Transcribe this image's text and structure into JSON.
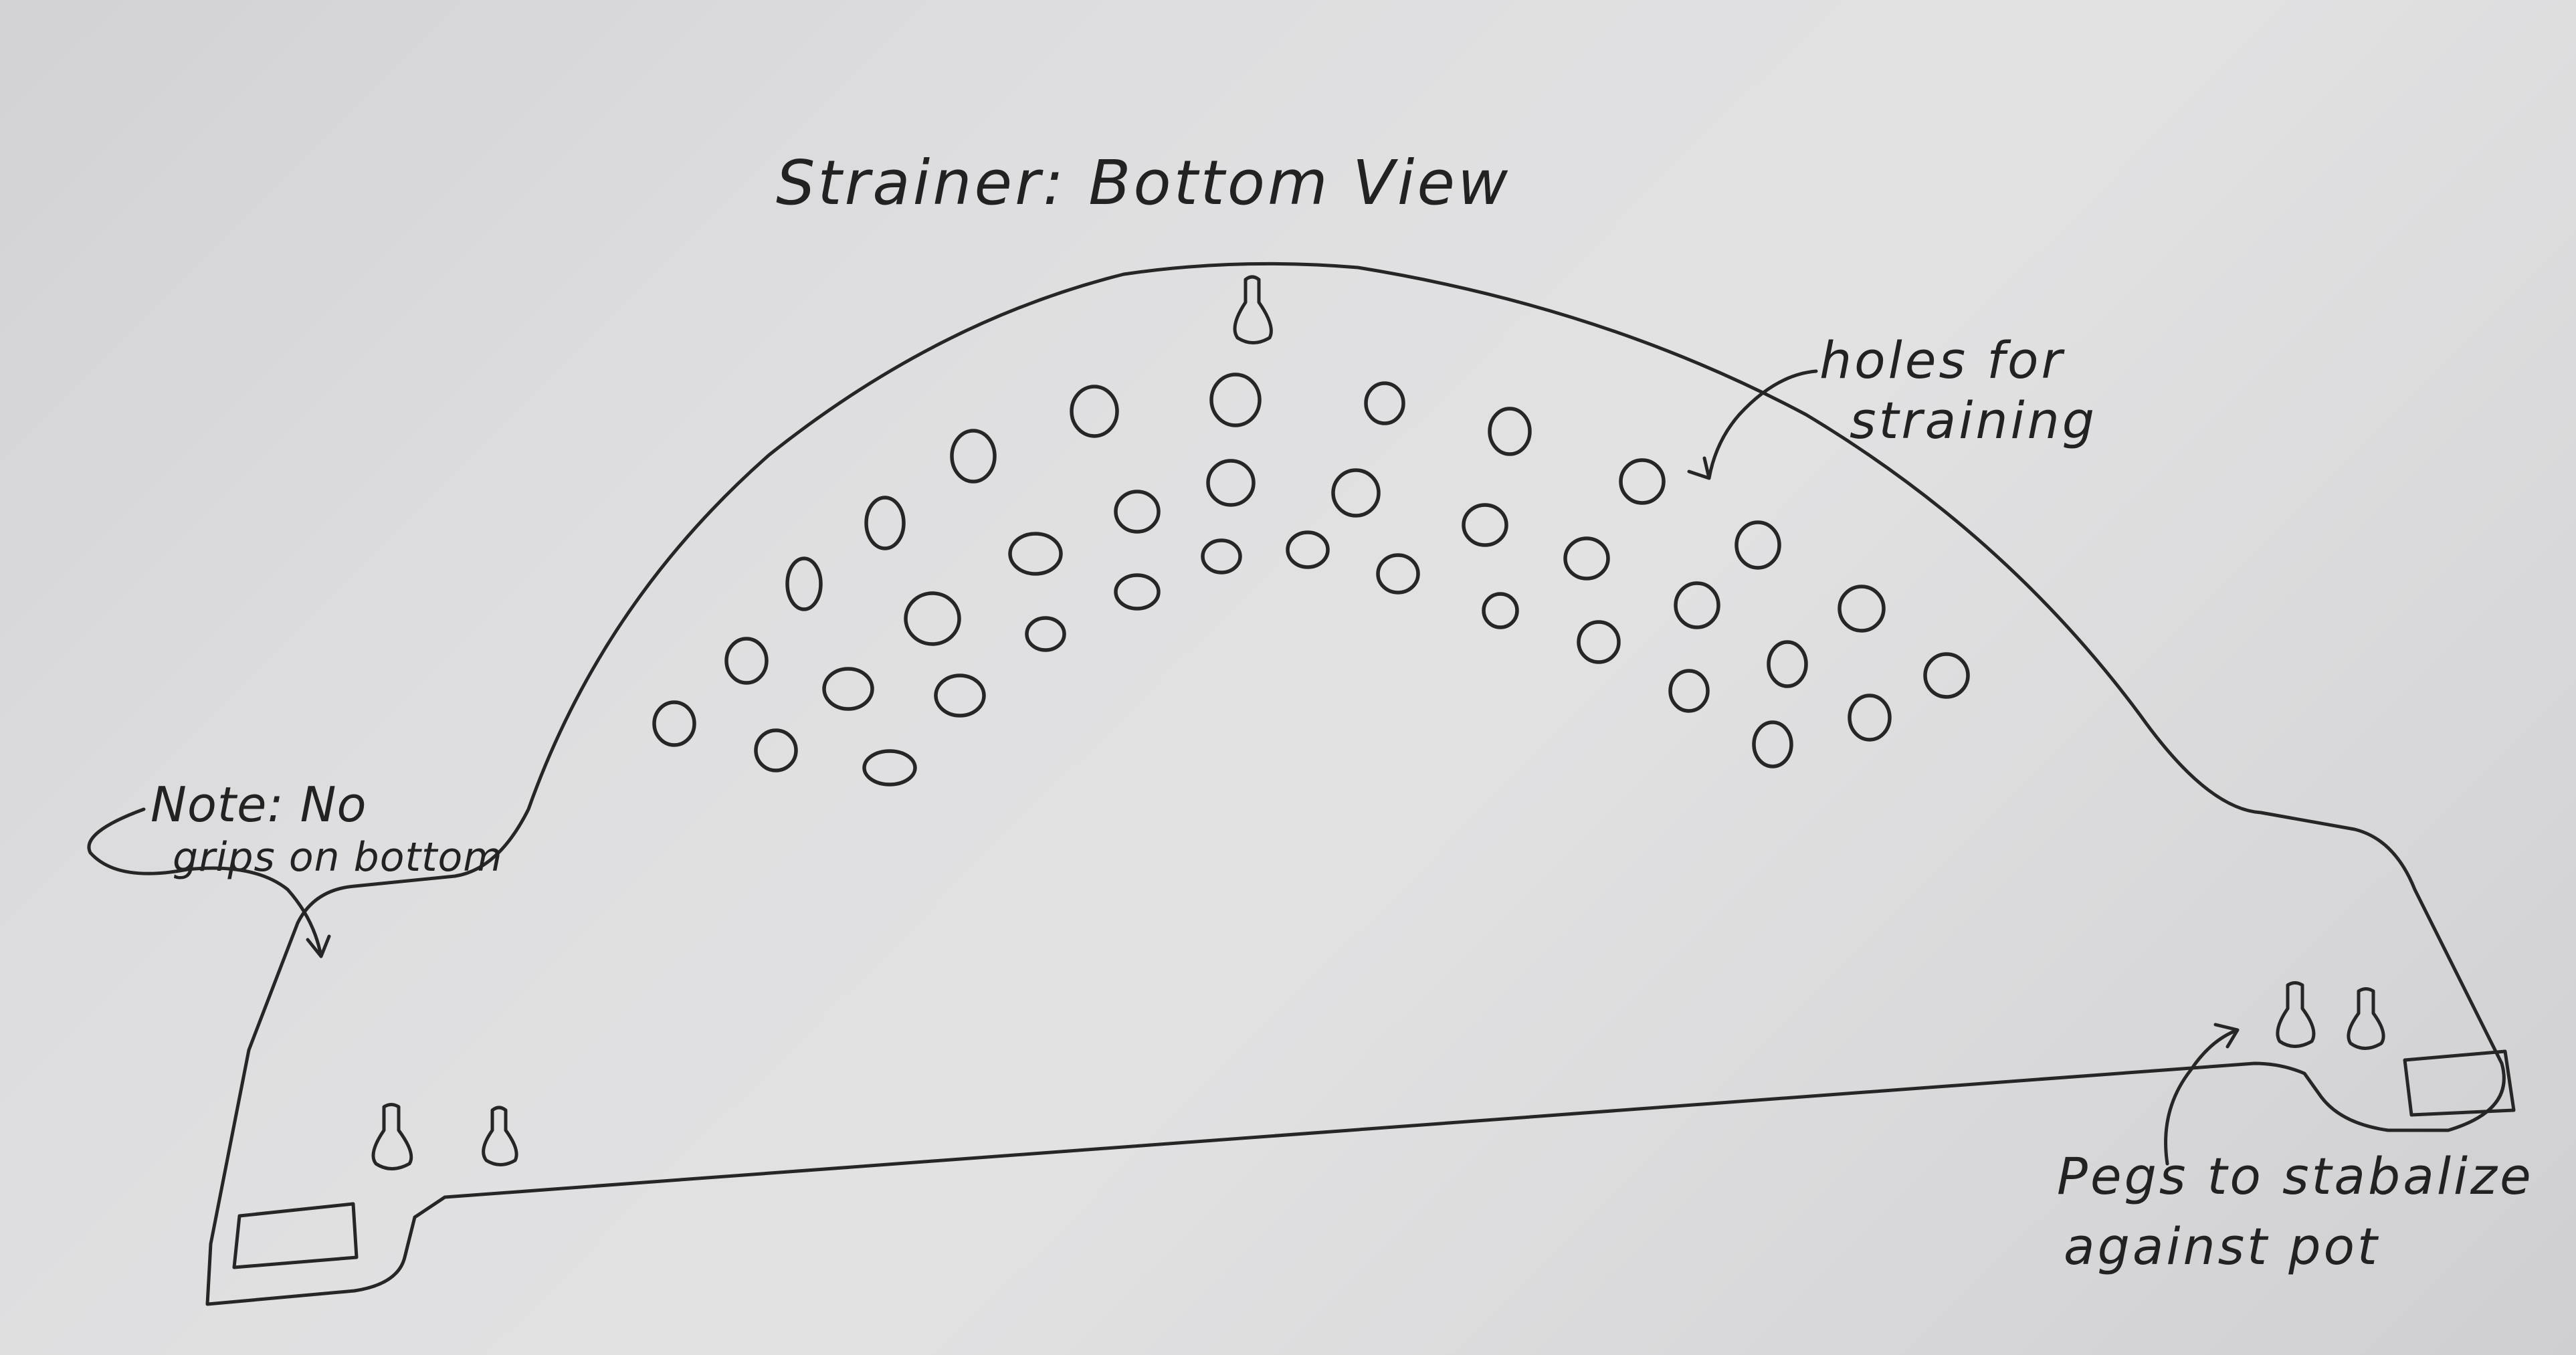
{
  "title": "Strainer: Bottom View",
  "annotations": {
    "holes": [
      "holes for",
      "straining"
    ],
    "note": [
      "Note: No",
      "grips on bottom"
    ],
    "pegs": [
      "Pegs to stabalize",
      "against pot"
    ]
  },
  "colors": {
    "paper": "#dedee0",
    "ink": "#262626"
  }
}
